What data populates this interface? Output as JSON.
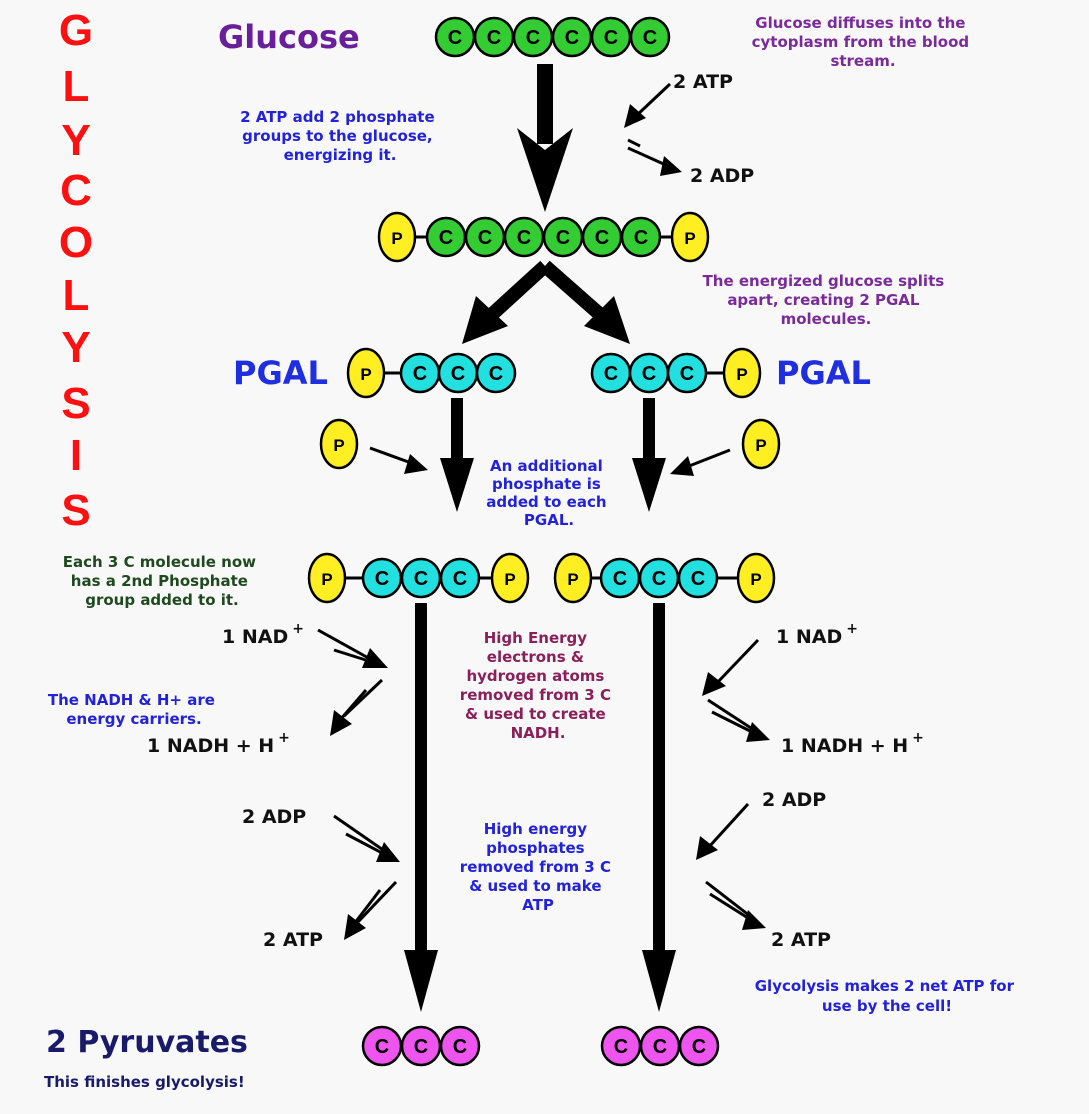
{
  "title_letters": [
    "G",
    "L",
    "Y",
    "C",
    "O",
    "L",
    "Y",
    "S",
    "I",
    "S"
  ],
  "molecule": {
    "carbon": "C",
    "phosphate": "P"
  },
  "labels": {
    "glucose": "Glucose",
    "pgal_left": "PGAL",
    "pgal_right": "PGAL",
    "pyruvates": "2 Pyruvates",
    "finish": "This finishes glycolysis!",
    "atp_in": "2 ATP",
    "adp_out": "2 ADP",
    "nad_left": "1 NAD",
    "nad_right": "1 NAD",
    "nadh_left": "1 NADH + H",
    "nadh_right": "1 NADH + H",
    "superscript_plus": "+",
    "adp_left": "2 ADP",
    "adp_right": "2 ADP",
    "atp_left": "2 ATP",
    "atp_right": "2 ATP"
  },
  "notes": {
    "diffuse": [
      "Glucose diffuses into the",
      "cytoplasm from the blood",
      "stream."
    ],
    "atp_add": [
      "2 ATP add 2 phosphate",
      "groups to the glucose,",
      "energizing it."
    ],
    "split": [
      "The energized glucose splits",
      "apart, creating 2 PGAL",
      "molecules."
    ],
    "additional": [
      "An additional",
      "phosphate is",
      "added to each",
      "PGAL."
    ],
    "second_phosphate": [
      "Each 3 C molecule now",
      "has a 2nd Phosphate",
      "group added to it."
    ],
    "high_energy_e": [
      "High Energy",
      "electrons &",
      "hydrogen atoms",
      "removed from 3 C",
      "& used to create",
      "NADH."
    ],
    "nadh_carriers": [
      "The NADH & H+ are",
      "energy carriers."
    ],
    "high_energy_p": [
      "High energy",
      "phosphates",
      "removed from 3 C",
      "& used to make",
      "ATP"
    ],
    "net_atp": [
      "Glycolysis makes 2 net ATP for",
      "use by the cell!"
    ]
  },
  "colors": {
    "carbon_glucose": "#33cc33",
    "carbon_pgal": "#22e0e0",
    "carbon_pyruvate": "#ee55ee",
    "phosphate": "#ffee22",
    "title_red": "#ff1010",
    "glucose_purple": "#6a1f9a",
    "pgal_blue": "#1f2ee0",
    "note_purple": "#7a2a9a",
    "note_blue": "#2222dd",
    "note_green": "#1f4a1f",
    "note_maroon": "#8a1f5a",
    "navy": "#1a1a6a"
  }
}
